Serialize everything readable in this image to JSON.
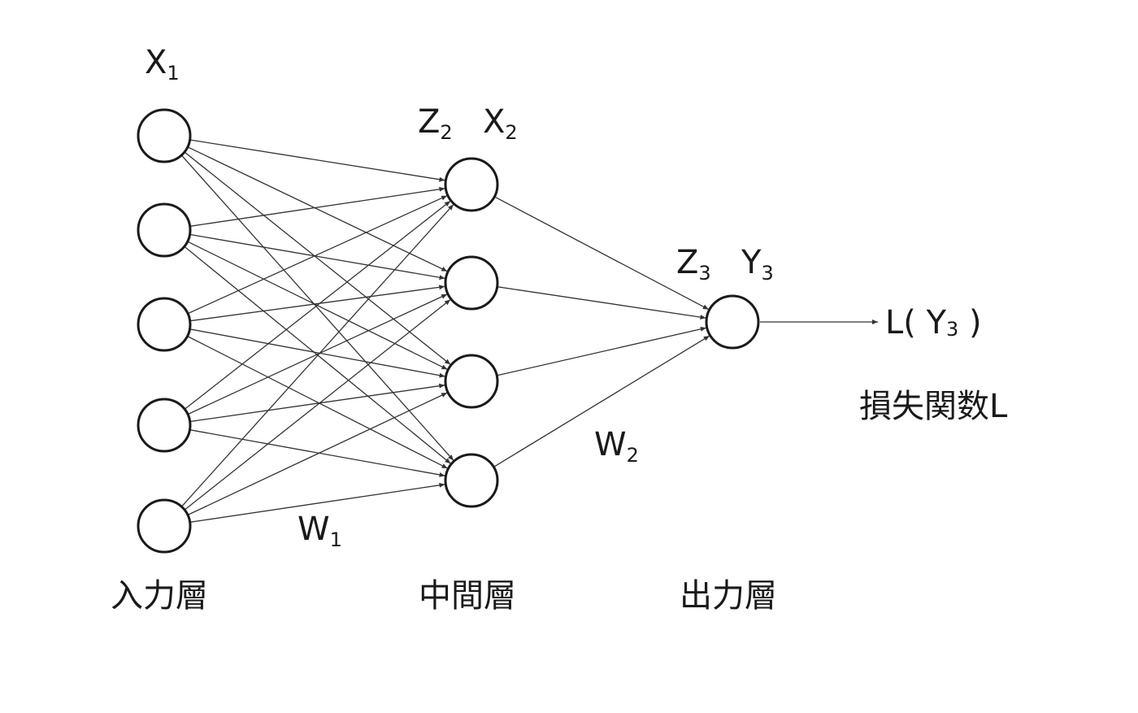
{
  "diagram": {
    "input_layer": {
      "label": "入力層",
      "var_label": {
        "main": "X",
        "sub": "1"
      },
      "node_count": 5
    },
    "hidden_layer": {
      "label": "中間層",
      "z_label": {
        "main": "Z",
        "sub": "2"
      },
      "x_label": {
        "main": "X",
        "sub": "2"
      },
      "node_count": 4
    },
    "output_layer": {
      "label": "出力層",
      "z_label": {
        "main": "Z",
        "sub": "3"
      },
      "y_label": {
        "main": "Y",
        "sub": "3"
      },
      "node_count": 1
    },
    "weights": {
      "w1": {
        "main": "W",
        "sub": "1"
      },
      "w2": {
        "main": "W",
        "sub": "2"
      }
    },
    "loss": {
      "expr_open": "L( Y",
      "expr_sub": "3",
      "expr_close": " )",
      "name": "損失関数L"
    },
    "colors": {
      "node_stroke": "#1a1a1a",
      "edge": "#333333",
      "text": "#1a1a1a",
      "background": "#ffffff"
    }
  }
}
